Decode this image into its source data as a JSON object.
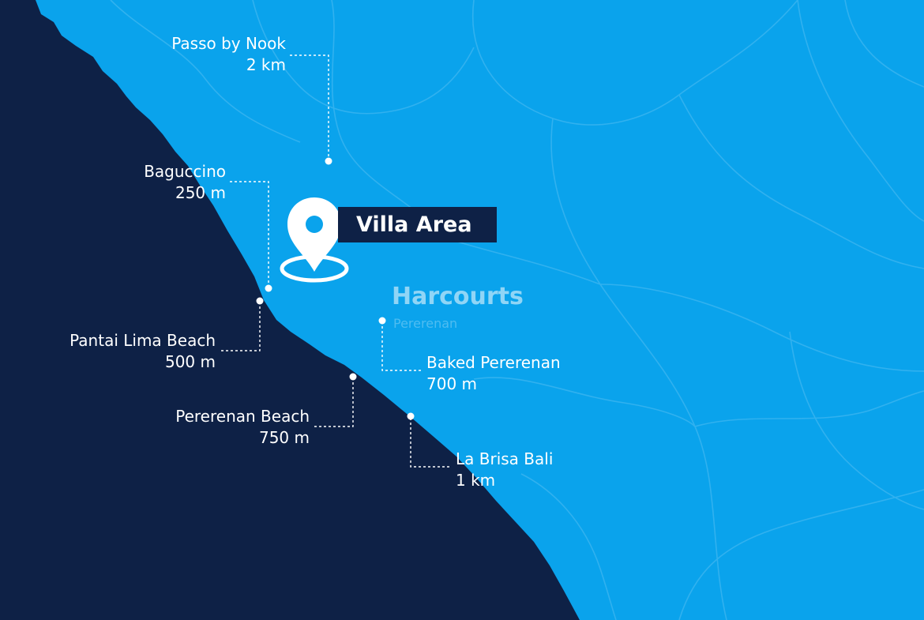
{
  "map": {
    "colors": {
      "land": "#0aa3ec",
      "ocean": "#0e2146",
      "roads": "#3bb5f0",
      "label": "#ffffff"
    },
    "area_label": "Villa Area",
    "brand": {
      "name": "Harcourts",
      "tagline": "Pererenan"
    },
    "pin_icon": "location-pin-icon",
    "places": [
      {
        "id": "passo",
        "name": "Passo by Nook",
        "distance": "2 km"
      },
      {
        "id": "baguccino",
        "name": "Baguccino",
        "distance": "250 m"
      },
      {
        "id": "pantai",
        "name": "Pantai Lima Beach",
        "distance": "500 m"
      },
      {
        "id": "pererenan",
        "name": "Pererenan Beach",
        "distance": "750 m"
      },
      {
        "id": "baked",
        "name": "Baked Pererenan",
        "distance": "700 m"
      },
      {
        "id": "labrisa",
        "name": "La Brisa Bali",
        "distance": "1 km"
      }
    ]
  }
}
